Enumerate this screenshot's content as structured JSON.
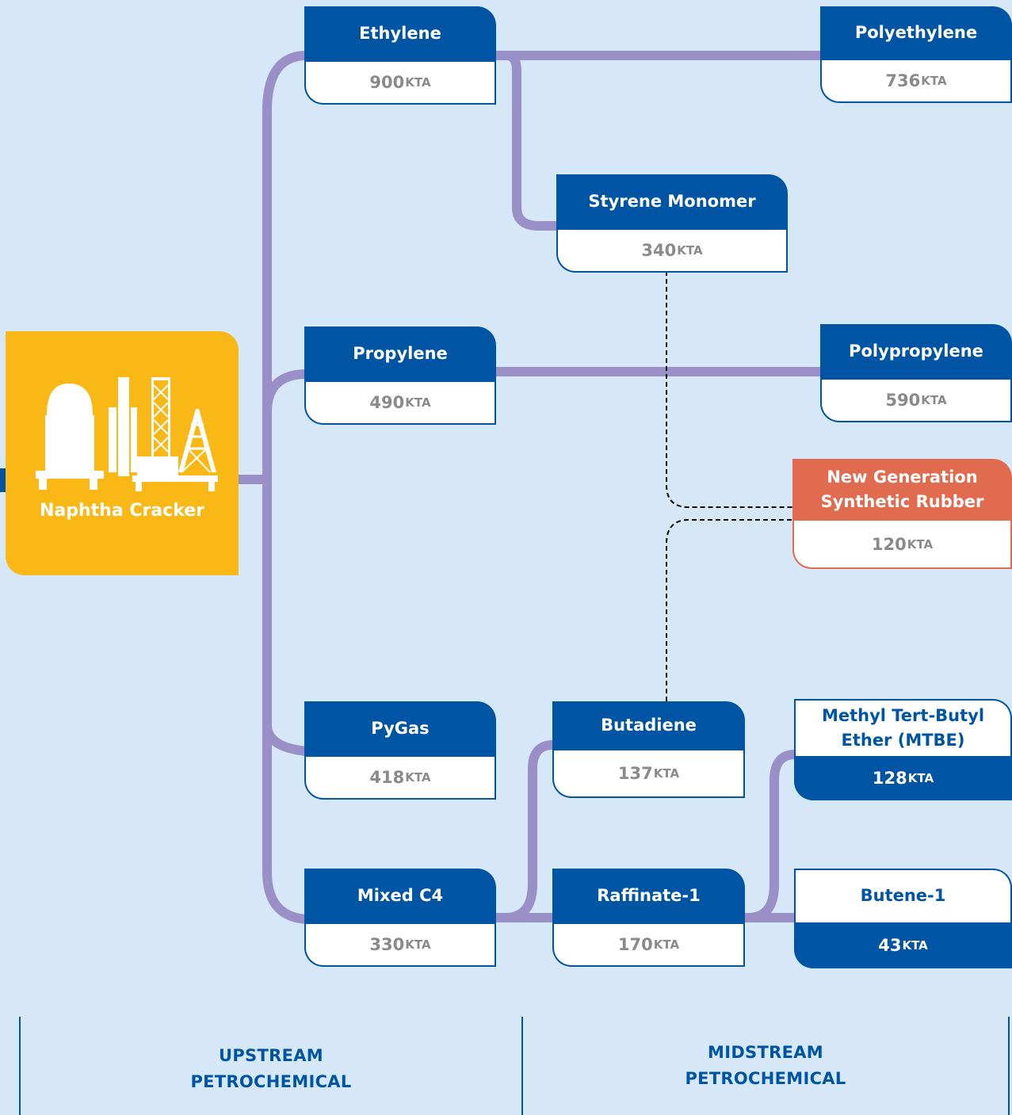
{
  "cracker": {
    "label": "Naphtha Cracker",
    "icon": "refinery-icon"
  },
  "products": {
    "ethylene": {
      "name": "Ethylene",
      "value": "900",
      "unit": "KTA"
    },
    "propylene": {
      "name": "Propylene",
      "value": "490",
      "unit": "KTA"
    },
    "pygas": {
      "name": "PyGas",
      "value": "418",
      "unit": "KTA"
    },
    "mixed_c4": {
      "name": "Mixed C4",
      "value": "330",
      "unit": "KTA"
    },
    "polyethylene": {
      "name": "Polyethylene",
      "value": "736",
      "unit": "KTA"
    },
    "styrene_monomer": {
      "name": "Styrene Monomer",
      "value": "340",
      "unit": "KTA"
    },
    "polypropylene": {
      "name": "Polypropylene",
      "value": "590",
      "unit": "KTA"
    },
    "synthetic_rubber": {
      "name": "New Generation Synthetic Rubber",
      "value": "120",
      "unit": "KTA"
    },
    "butadiene": {
      "name": "Butadiene",
      "value": "137",
      "unit": "KTA"
    },
    "raffinate_1": {
      "name": "Raffinate-1",
      "value": "170",
      "unit": "KTA"
    },
    "mtbe": {
      "name": "Methyl Tert-Butyl Ether (MTBE)",
      "value": "128",
      "unit": "KTA"
    },
    "butene_1": {
      "name": "Butene-1",
      "value": "43",
      "unit": "KTA"
    }
  },
  "sections": {
    "upstream": {
      "line1": "UPSTREAM",
      "line2": "PETROCHEMICAL"
    },
    "midstream": {
      "line1": "MIDSTREAM",
      "line2": "PETROCHEMICAL"
    }
  },
  "colors": {
    "background": "#d6e8f7",
    "node_blue": "#0054a4",
    "connector": "#9b8fc8",
    "cracker": "#fab817",
    "highlight": "#e06b4e"
  }
}
